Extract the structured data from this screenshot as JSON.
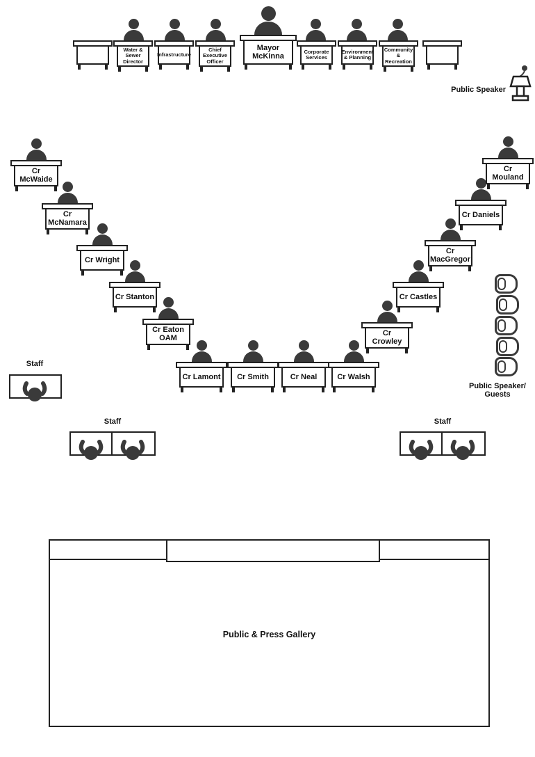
{
  "top_row": {
    "desks": [
      {
        "label": "Water & Sewer Director"
      },
      {
        "label": "Infrastructure"
      },
      {
        "label": "Chief Executive Officer"
      },
      {
        "label": "Corporate Services"
      },
      {
        "label": "Environment & Planning"
      },
      {
        "label": "Community & Recreation"
      }
    ],
    "mayor": {
      "label": "Mayor McKinna"
    }
  },
  "public_speaker": {
    "label": "Public Speaker"
  },
  "councillors": {
    "left": [
      {
        "name": "Cr McWaide"
      },
      {
        "name": "Cr McNamara"
      },
      {
        "name": "Cr Wright"
      },
      {
        "name": "Cr Stanton"
      },
      {
        "name": "Cr Eaton OAM"
      }
    ],
    "bottom": [
      {
        "name": "Cr Lamont"
      },
      {
        "name": "Cr Smith"
      },
      {
        "name": "Cr Neal"
      },
      {
        "name": "Cr Walsh"
      }
    ],
    "right": [
      {
        "name": "Cr Crowley"
      },
      {
        "name": "Cr Castles"
      },
      {
        "name": "Cr MacGregor"
      },
      {
        "name": "Cr Daniels"
      },
      {
        "name": "Cr Mouland"
      }
    ]
  },
  "staff": {
    "left_label": "Staff",
    "bottom_left_label": "Staff",
    "bottom_right_label": "Staff"
  },
  "guests": {
    "line1": "Public Speaker/",
    "line2": "Guests"
  },
  "gallery": {
    "label": "Public & Press Gallery"
  },
  "colors": {
    "ink": "#222222",
    "figure": "#3a3a3a"
  }
}
